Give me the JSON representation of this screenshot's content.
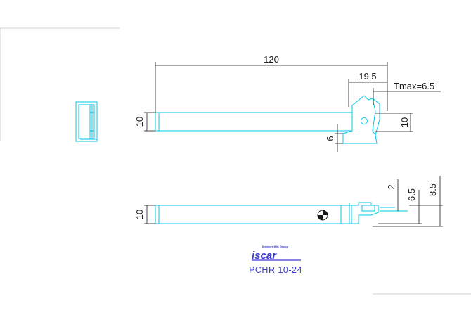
{
  "drawing": {
    "dimensions": {
      "overall_length": "120",
      "head_length": "19.5",
      "tmax": "Tmax=6.5",
      "shank_height_top": "10",
      "head_height_right": "10",
      "shank_height_bottom": "10",
      "insert_offset": "6",
      "dim_2": "2",
      "dim_6_5": "6.5",
      "dim_8_5": "8.5"
    },
    "logo": {
      "tagline": "Member IMC Group",
      "brand": "iscar"
    },
    "caption": "PCHR 10-24"
  },
  "colors": {
    "part_outline": "#00c8e6",
    "dimension_line": "#1a1a1a",
    "brand_blue": "#3a3ad0"
  }
}
